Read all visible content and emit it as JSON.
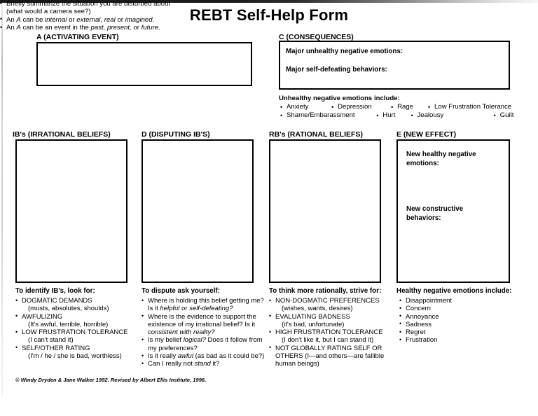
{
  "document": {
    "title": "REBT Self-Help Form",
    "copyright": "© Windy Dryden & Jane Walker 1992. Revised by Albert Ellis Institute, 1996."
  },
  "section_a": {
    "label": "A (ACTIVATING EVENT)",
    "box_value": "",
    "notes": [
      "Briefly summarize the situation you are disturbed about",
      "(what would a camera see?)",
      "An A can be internal or external, real or imagined.",
      "An A can be an event in the past, present, or future."
    ]
  },
  "section_c": {
    "label": "C (CONSEQUENCES)",
    "field_emotions_label": "Major unhealthy negative emotions:",
    "field_emotions_value": "",
    "field_behaviors_label": "Major self-defeating behaviors:",
    "field_behaviors_value": "",
    "emotions_heading": "Unhealthy negative emotions include:",
    "emotions": [
      "Anxiety",
      "Depression",
      "Rage",
      "Low Frustration Tolerance",
      "Shame/Embarassment",
      "Hurt",
      "Jealousy",
      "Guilt"
    ]
  },
  "section_ib": {
    "label": "IB's (IRRATIONAL BELIEFS)",
    "box_value": "",
    "heading": "To identify IB's, look for:",
    "items": [
      {
        "main": "DOGMATIC DEMANDS",
        "sub": "(musts, absolutes, shoulds)"
      },
      {
        "main": "AWFULIZING",
        "sub": "(It's awful, terrible, horrible)"
      },
      {
        "main": "LOW FRUSTRATION TOLERANCE",
        "sub": "(I can't stand it)"
      },
      {
        "main": "SELF/OTHER RATING",
        "sub": "(I'm / he / she is bad, worthless)"
      }
    ]
  },
  "section_d": {
    "label": "D (DISPUTING IB'S)",
    "box_value": "",
    "heading": "To dispute ask yourself:",
    "items": [
      "Where is holding this belief getting me? Is it helpful or self-defeating?",
      "Where is the evidence to support the existence of my irrational belief? Is it consistent with reality?",
      "Is my belief logical? Does it follow from my preferences?",
      "Is it really awful (as bad as it could be?)",
      "Can I really not stand it?"
    ]
  },
  "section_rb": {
    "label": "RB's (RATIONAL BELIEFS)",
    "box_value": "",
    "heading": "To think more rationally, strive for:",
    "items": [
      {
        "main": "NON-DOGMATIC PREFERENCES",
        "sub": "(wishes, wants, desires)"
      },
      {
        "main": "EVALUATING BADNESS",
        "sub": "(it's bad, unfortunate)"
      },
      {
        "main": "HIGH FRUSTRATION TOLERANCE",
        "sub": "(I don't like it, but I can stand it)"
      },
      {
        "main": "NOT GLOBALLY RATING SELF OR OTHERS (I—and others—are fallible human beings)",
        "sub": ""
      }
    ]
  },
  "section_e": {
    "label": "E (NEW EFFECT)",
    "field_emotions_label": "New healthy negative emotions:",
    "field_emotions_value": "",
    "field_behaviors_label": "New constructive behaviors:",
    "field_behaviors_value": "",
    "heading": "Healthy negative emotions include:",
    "emotions": [
      "Disappointment",
      "Concern",
      "Annoyance",
      "Sadness",
      "Regret",
      "Frustration"
    ]
  }
}
